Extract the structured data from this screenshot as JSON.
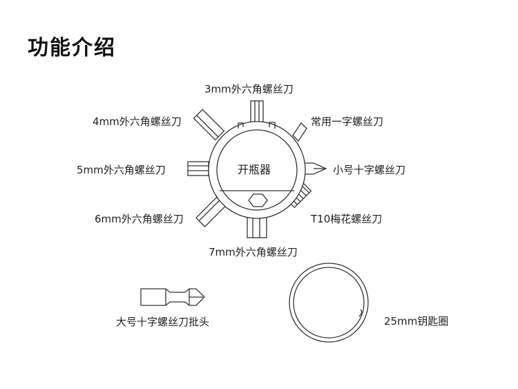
{
  "title": "功能介绍",
  "tool": {
    "center_label": "开瓶器"
  },
  "bits": {
    "hex3": "3mm外六角螺丝刀",
    "hex4": "4mm外六角螺丝刀",
    "flat": "常用一字螺丝刀",
    "hex5": "5mm外六角螺丝刀",
    "phillips_small": "小号十字螺丝刀",
    "hex6": "6mm外六角螺丝刀",
    "torx": "T10梅花螺丝刀",
    "hex7": "7mm外六角螺丝刀"
  },
  "accessories": {
    "large_phillips_bit": "大号十字螺丝刀批头",
    "key_ring": "25mm钥匙圈"
  }
}
